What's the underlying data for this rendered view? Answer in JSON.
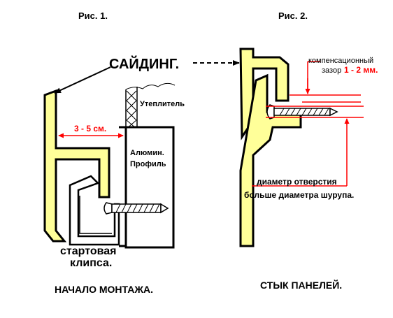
{
  "colors": {
    "panel_fill": "#ffff99",
    "outline": "#000000",
    "red": "#ff0000",
    "background": "#ffffff"
  },
  "fig1": {
    "caption": "Рис. 1.",
    "siding_label": "САЙДИНГ.",
    "gap_label": "3 - 5 см.",
    "insulation_label": "Утеплитель",
    "profile_label_line1": "Алюмин.",
    "profile_label_line2": "Профиль",
    "clip_label_line1": "стартовая",
    "clip_label_line2": "клипса.",
    "title": "НАЧАЛО МОНТАЖА."
  },
  "fig2": {
    "caption": "Рис. 2.",
    "gap_label_line1": "компенсационный",
    "gap_label_prefix": "зазор",
    "gap_value": "1 - 2 мм.",
    "hole_label_line1": "диаметр отверстия",
    "hole_label_line2": "больше диаметра шурупа.",
    "title": "СТЫК ПАНЕЛЕЙ."
  }
}
